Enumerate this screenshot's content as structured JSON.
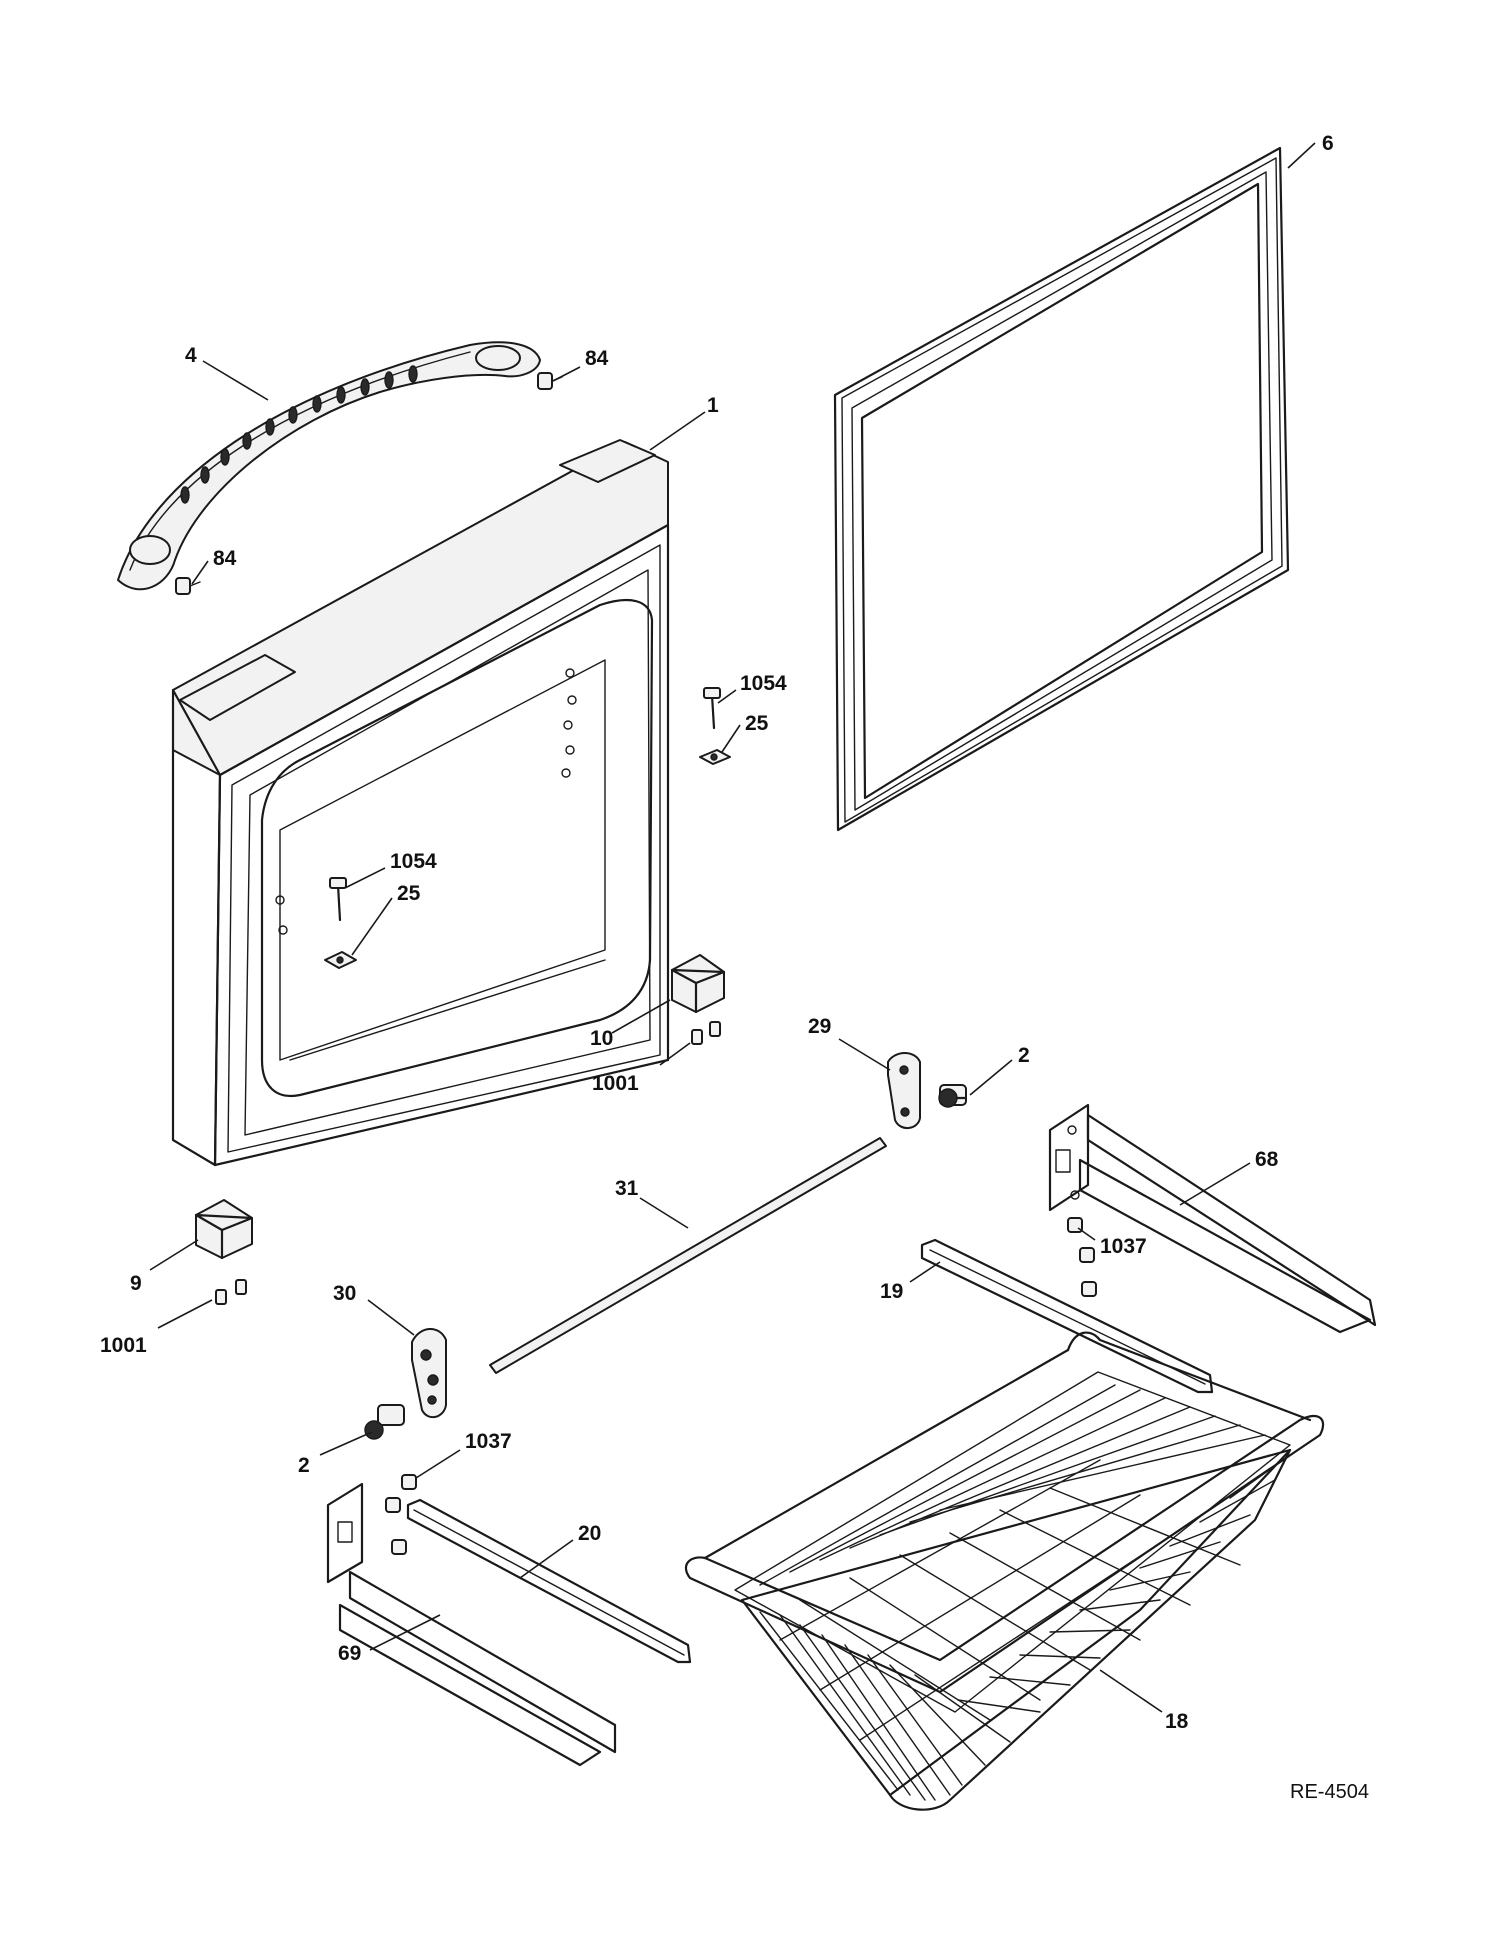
{
  "callouts": [
    {
      "id": "c1",
      "label": "1"
    },
    {
      "id": "c2a",
      "label": "2"
    },
    {
      "id": "c2b",
      "label": "2"
    },
    {
      "id": "c4",
      "label": "4"
    },
    {
      "id": "c6",
      "label": "6"
    },
    {
      "id": "c9",
      "label": "9"
    },
    {
      "id": "c10",
      "label": "10"
    },
    {
      "id": "c18",
      "label": "18"
    },
    {
      "id": "c19",
      "label": "19"
    },
    {
      "id": "c20",
      "label": "20"
    },
    {
      "id": "c25a",
      "label": "25"
    },
    {
      "id": "c25b",
      "label": "25"
    },
    {
      "id": "c29",
      "label": "29"
    },
    {
      "id": "c30",
      "label": "30"
    },
    {
      "id": "c31",
      "label": "31"
    },
    {
      "id": "c68",
      "label": "68"
    },
    {
      "id": "c69",
      "label": "69"
    },
    {
      "id": "c84a",
      "label": "84"
    },
    {
      "id": "c84b",
      "label": "84"
    },
    {
      "id": "c1001a",
      "label": "1001"
    },
    {
      "id": "c1001b",
      "label": "1001"
    },
    {
      "id": "c1037a",
      "label": "1037"
    },
    {
      "id": "c1037b",
      "label": "1037"
    },
    {
      "id": "c1054a",
      "label": "1054"
    },
    {
      "id": "c1054b",
      "label": "1054"
    }
  ],
  "reference_code": "RE-4504"
}
